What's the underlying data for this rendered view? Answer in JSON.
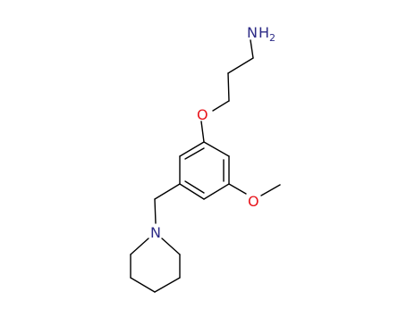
{
  "molecule": {
    "atoms": {
      "amine_n": "N",
      "amine_h": "H",
      "amine_h_subscript": "2",
      "ether_o": "O",
      "methoxy_o": "O",
      "piperidine_n": "N"
    }
  },
  "colors": {
    "bond": "#000000",
    "oxygen": "#e8151c",
    "nitrogen": "#2c2a86"
  }
}
